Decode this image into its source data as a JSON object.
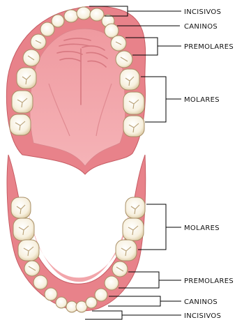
{
  "labels": {
    "upper": {
      "incisivos": "INCISIVOS",
      "caninos": "CANINOS",
      "premolares": "PREMOLARES",
      "molares": "MOLARES"
    },
    "lower": {
      "molares": "MOLARES",
      "premolares": "PREMOLARES",
      "caninos": "CANINOS",
      "incisivos": "INCISIVOS"
    }
  },
  "colors": {
    "gum": "#e8828a",
    "gum_edge": "#c65c63",
    "palate": "#f2a6ab",
    "palate_shadow": "#e58f96",
    "tooth": "#fbf7ec",
    "tooth_edge": "#a88f66",
    "tooth_shade": "#e3d6b6",
    "line": "#000000"
  }
}
